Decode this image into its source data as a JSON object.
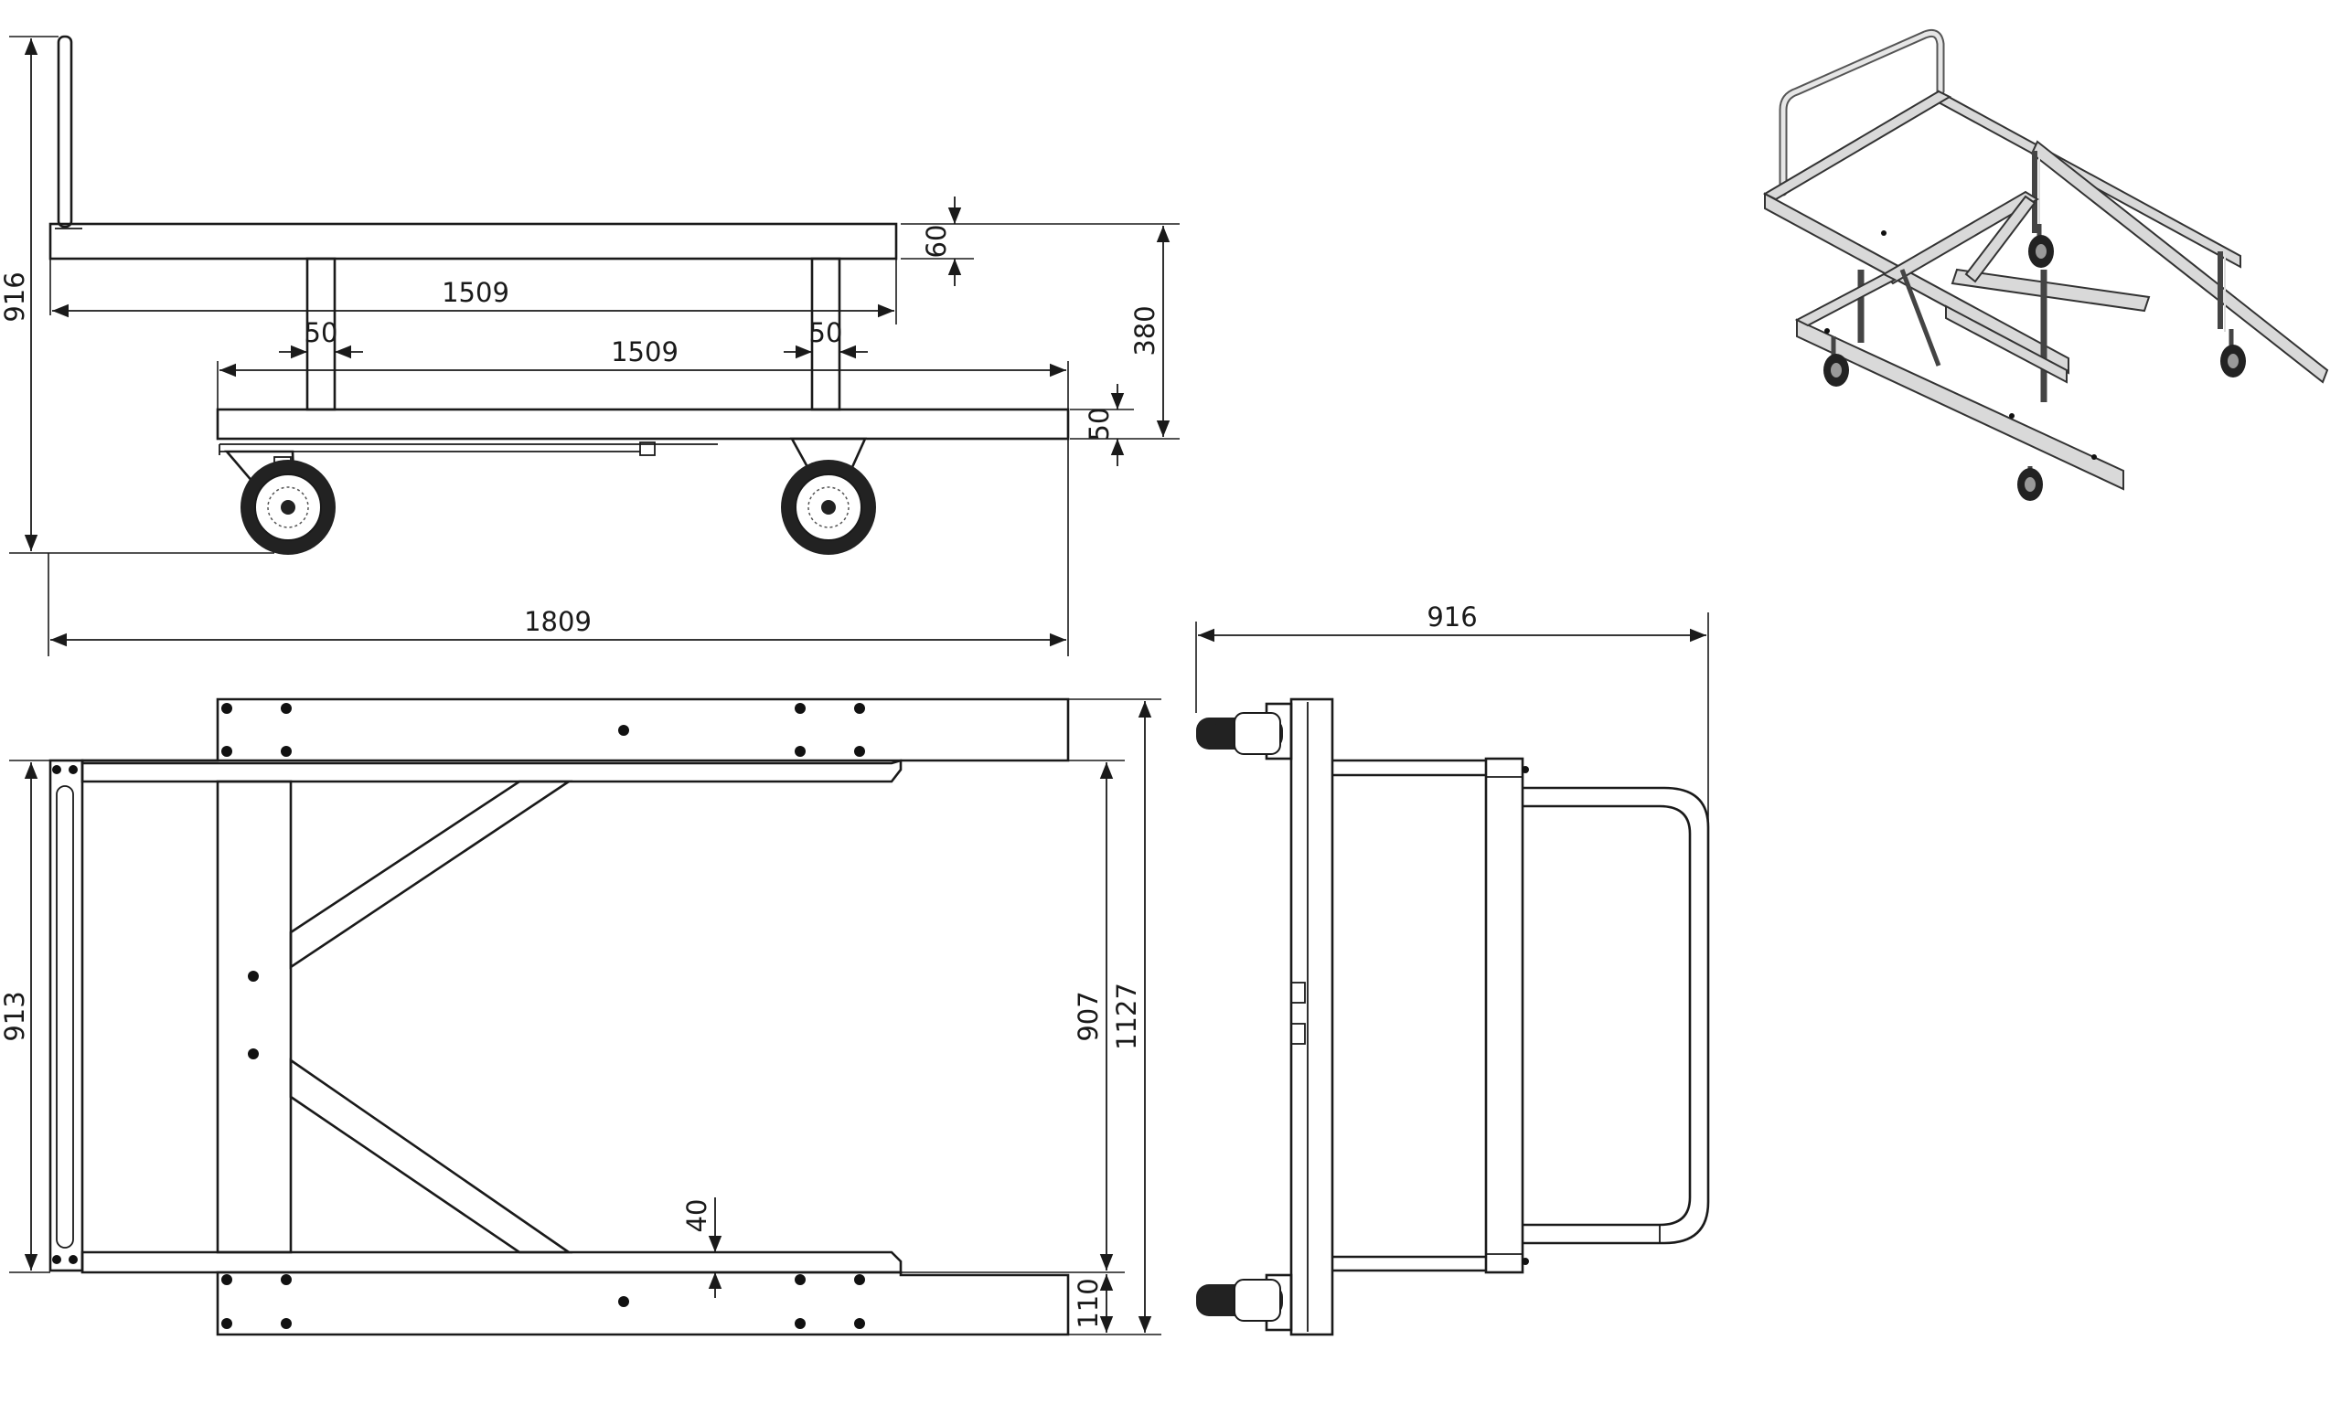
{
  "dimensions": {
    "side_total_height": "916",
    "side_deck_thickness": "60",
    "side_upper_deck_length": "1509",
    "side_post_width_left": "50",
    "side_post_width_right": "50",
    "side_lower_deck_length": "1509",
    "side_lower_deck_thickness": "50",
    "side_height_between_decks": "380",
    "side_total_length": "1809",
    "top_inner_width": "913",
    "top_frame_width": "907",
    "top_total_width": "1127",
    "top_rail_width": "40",
    "top_lower_rail": "110",
    "end_total_width": "916"
  },
  "colors": {
    "line": "#1a1a1a",
    "iso_frame": "#d9d9d9"
  }
}
